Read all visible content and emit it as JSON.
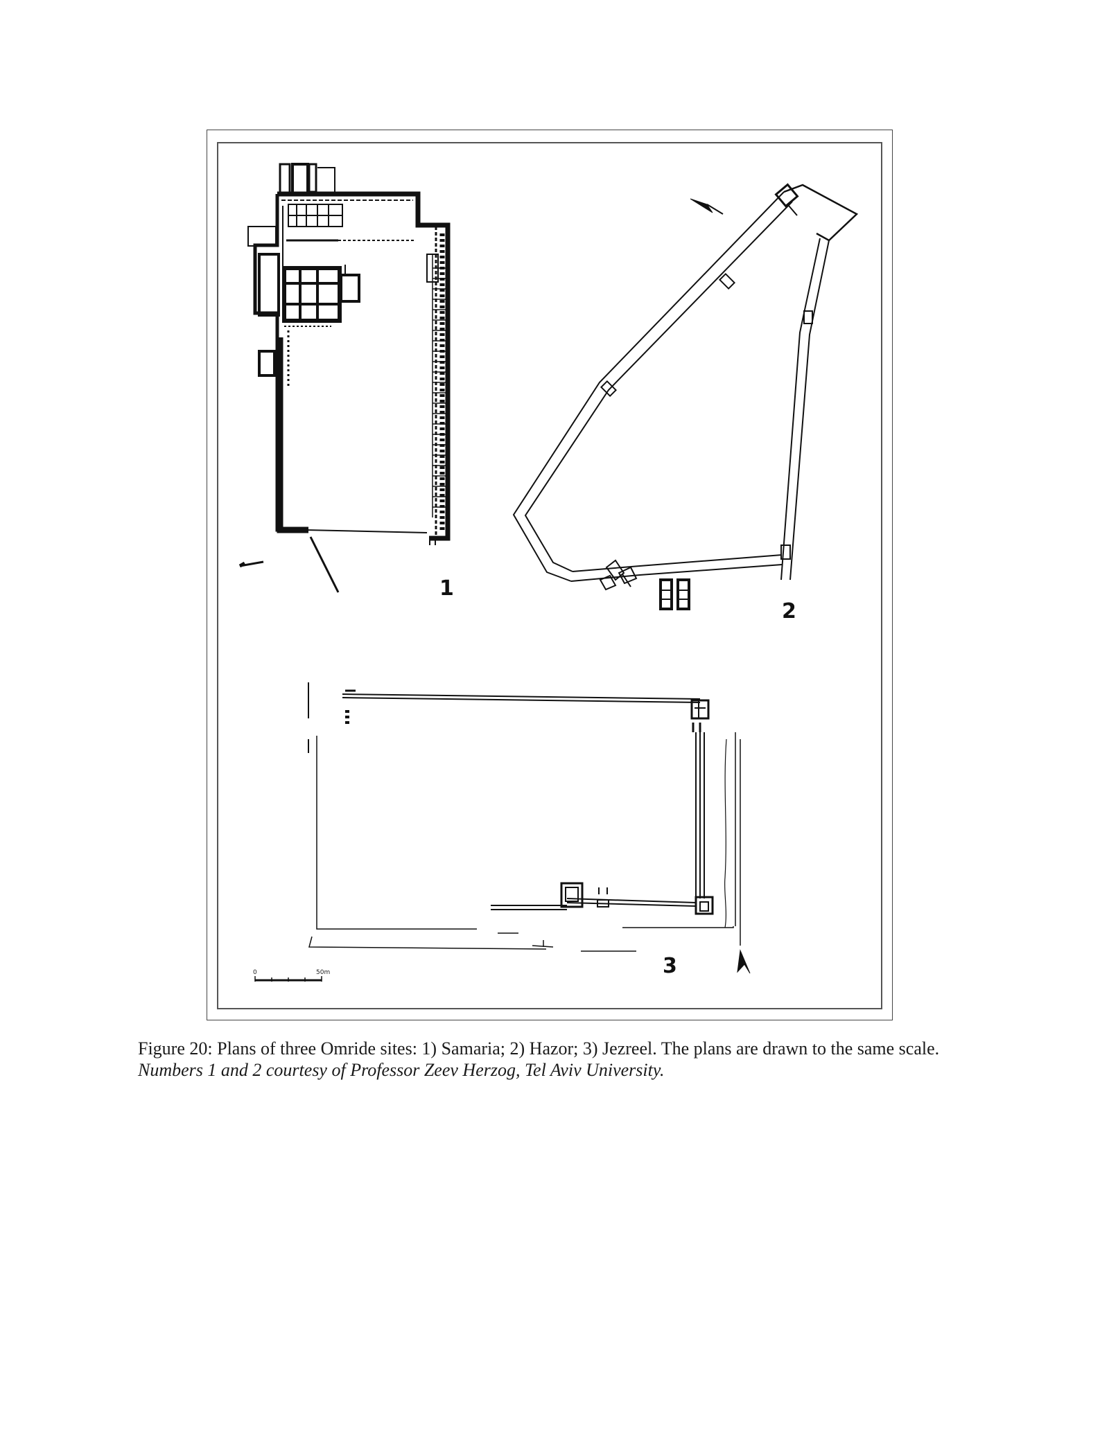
{
  "figure": {
    "plan_labels": {
      "samaria": "1",
      "hazor": "2",
      "jezreel": "3"
    },
    "scale_bar": {
      "start_label": "0",
      "end_label": "50m"
    }
  },
  "caption": {
    "text": "Figure 20: Plans of three Omride sites: 1) Samaria; 2) Hazor; 3) Jezreel. The plans are drawn to the same scale.",
    "credit": "Numbers 1 and 2 courtesy of Professor Zeev Herzog, Tel Aviv University."
  },
  "icons": [
    "north-arrow-icon"
  ]
}
